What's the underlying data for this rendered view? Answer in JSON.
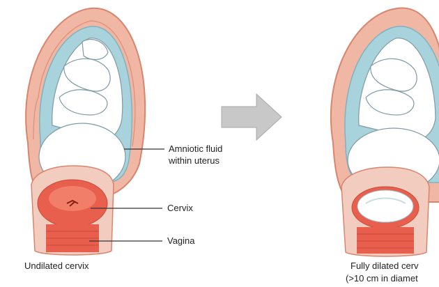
{
  "labels": {
    "amniotic_line1": "Amniotic fluid",
    "amniotic_line2": "within uterus",
    "cervix": "Cervix",
    "vagina": "Vagina"
  },
  "captions": {
    "left": "Undilated cervix",
    "right_line1": "Fully dilated cerv",
    "right_line2": "(>10 cm in diamet"
  },
  "colors": {
    "uterine_wall": "#efb7a4",
    "wall_dark": "#d9846d",
    "amniotic_fluid": "#a9d3dc",
    "fetus": "#ffffff",
    "cervix": "#e8604d",
    "cervix_light": "#f48b75",
    "arrow": "#c8c8c8",
    "line": "#333333"
  }
}
